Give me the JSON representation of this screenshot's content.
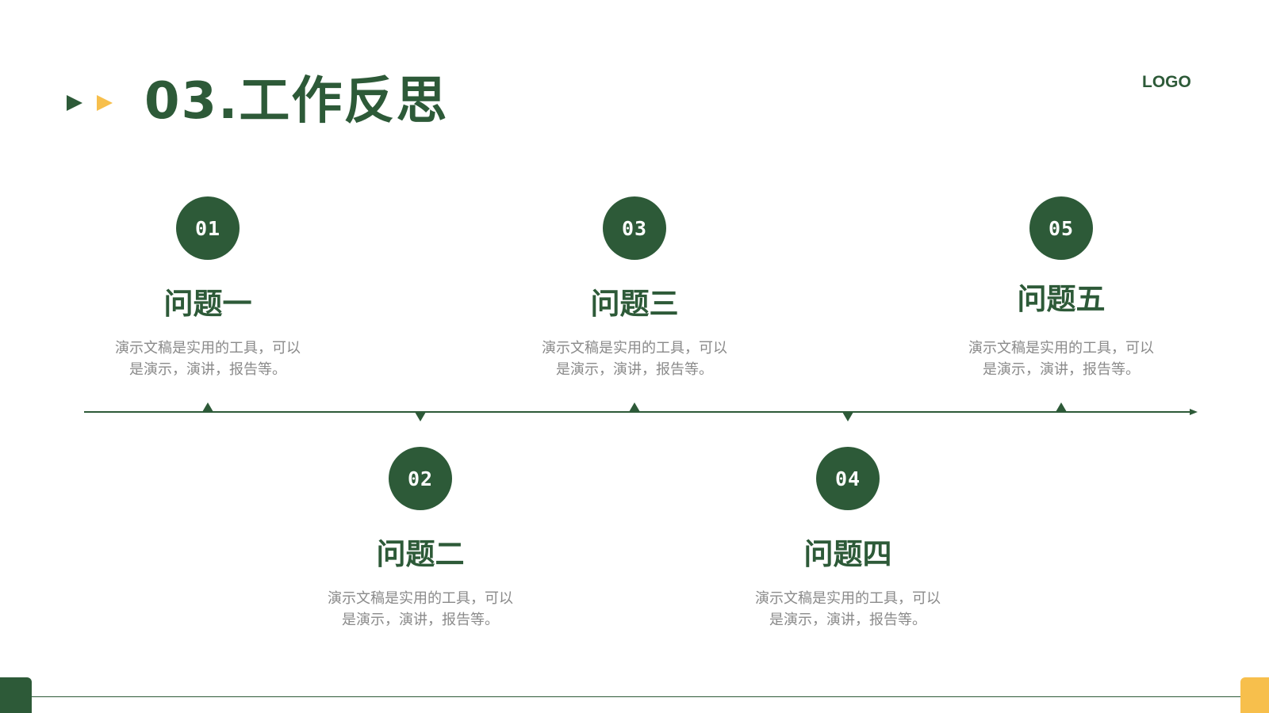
{
  "page": {
    "title": "03.工作反思",
    "logo": "LOGO"
  },
  "colors": {
    "primary": "#2d5a38",
    "accent": "#f7bf4c",
    "muted_text": "#8a8a8a"
  },
  "icons": {
    "title_arrows": [
      "play-arrow-icon",
      "play-arrow-icon"
    ],
    "timeline_end": "arrow-right-icon"
  },
  "timeline": {
    "items": [
      {
        "number": "01",
        "title": "问题一",
        "desc_line1": "演示文稿是实用的工具，可以",
        "desc_line2": "是演示，演讲，报告等。",
        "position": "above"
      },
      {
        "number": "02",
        "title": "问题二",
        "desc_line1": "演示文稿是实用的工具，可以",
        "desc_line2": "是演示，演讲，报告等。",
        "position": "below"
      },
      {
        "number": "03",
        "title": "问题三",
        "desc_line1": "演示文稿是实用的工具，可以",
        "desc_line2": "是演示，演讲，报告等。",
        "position": "above"
      },
      {
        "number": "04",
        "title": "问题四",
        "desc_line1": "演示文稿是实用的工具，可以",
        "desc_line2": "是演示，演讲，报告等。",
        "position": "below"
      },
      {
        "number": "05",
        "title": "问题五",
        "desc_line1": "演示文稿是实用的工具，可以",
        "desc_line2": "是演示，演讲，报告等。",
        "position": "above"
      }
    ]
  }
}
